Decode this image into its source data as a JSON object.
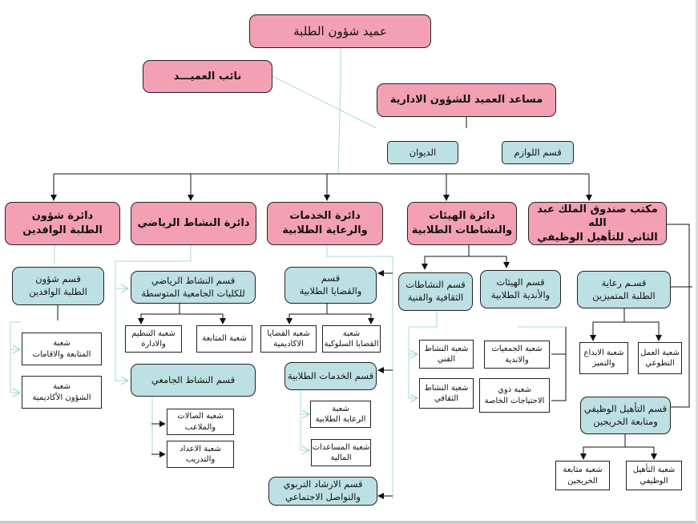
{
  "chart": {
    "dean": "عميد شؤون الطلبة",
    "deputy": "نائب العميـــد",
    "assistant": "مساعد العميد للشؤون الادارية",
    "diwan": "الديوان",
    "supplies": "قسم اللوازم",
    "departments": [
      "دائرة شؤون\nالطلبة الوافدين",
      "دائرة النشاط الرياضي",
      "دائرة الخدمات\nوالرعاية الطلابية",
      "دائرة الهيئات\nوالنشاطات الطلابية",
      "مكتب صندوق الملك عبد الله\nالثاني للتأهيل الوظيفي"
    ],
    "sections": [
      "قسم شؤون\nالطلبة الوافدين",
      "قسم النشاط الرياضي\nللكليات الجامعية المتوسطة",
      "قسم\nوالقضايا الطلابية",
      "قسم النشاطات\nالثقافية والفنية",
      "قسم الهيئات\nوالأندية الطلابية",
      "قسـم رعاية\nالطلبة المتميزين",
      "قسم النشاط الجامعي",
      "قسم الخدمات الطلابية",
      "قسم الارشاد التربوي\nوالتواصل الاجتماعي",
      "قسم التأهيل الوظيفي\nومتابعة الخريجين"
    ],
    "units": [
      "شعبة\nالمتابعة والاقامات",
      "شعبة\nالشؤون الأكاديمية",
      "شعبة التنظيم\nوالادارة",
      "شعبة المتابعة",
      "شعبة القضايا\nالاكاديمية",
      "شعبة\nالقضايا السلوكية",
      "شعبة الصالات\nوالملاعب",
      "شعبة الاعداد\nوالتدريب",
      "شعبة\nالرعاية الطلابية",
      "شعبة المساعدات\nالمالية",
      "شعبة النشاط\nالفني",
      "شعبة النشاط\nالثقافي",
      "شعبة الجمعيات\nوالاندية",
      "شعبة ذوي\nالاحتياجات الخاصة",
      "شعبة الابداع\nوالتميز",
      "شعبة العمل\nالتطوعي",
      "شعبة متابعة\nالخريجين",
      "شعبة التأهيل\nالوظيفي"
    ],
    "colors": {
      "department": "#f4a0b4",
      "section": "#bde0e4",
      "unit": "#ffffff",
      "light_line": "#a8d8dc"
    }
  }
}
